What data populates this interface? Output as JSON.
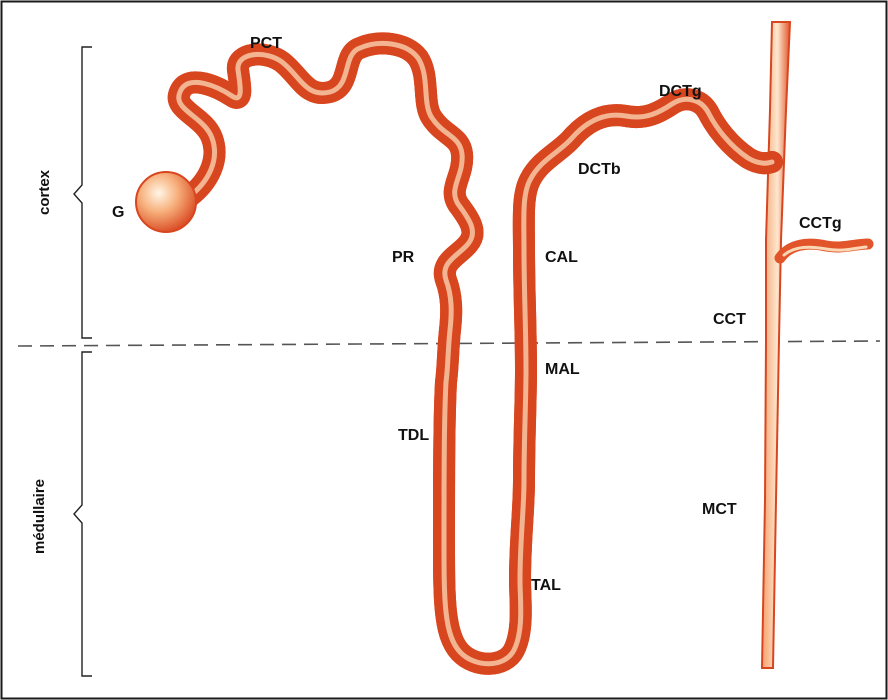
{
  "zones": {
    "cortex": "cortex",
    "medulla": "médullaire"
  },
  "labels": {
    "G": "G",
    "PCT": "PCT",
    "PR": "PR",
    "TDL": "TDL",
    "TAL": "TAL",
    "MAL": "MAL",
    "CAL": "CAL",
    "DCTb": "DCTb",
    "DCTg": "DCTg",
    "CCT": "CCT",
    "CCTg": "CCTg",
    "MCT": "MCT"
  },
  "colors": {
    "tubule_dark": "#d8461f",
    "tubule_mid": "#ee6a3a",
    "tubule_light": "#fbe0c4",
    "frame": "#1a1a1a",
    "boundary": "#555555"
  }
}
